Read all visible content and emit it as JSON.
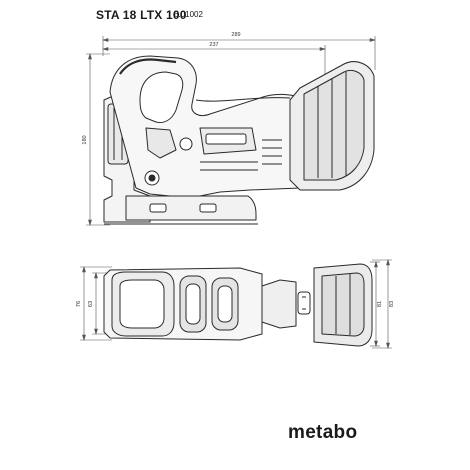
{
  "header": {
    "model": "STA 18 LTX 100",
    "article_number": "6.01002"
  },
  "side_view": {
    "dimensions": {
      "overall_length": "289",
      "body_length": "237",
      "height": "180"
    }
  },
  "top_view": {
    "dimensions": {
      "left_outer": "76",
      "left_inner": "63",
      "right_inner": "81",
      "right_outer": "83"
    }
  },
  "footer": {
    "brand": "metabo"
  },
  "colors": {
    "line": "#2a2a2a",
    "shade": "#e6e6e6",
    "dim_line": "#555555"
  }
}
